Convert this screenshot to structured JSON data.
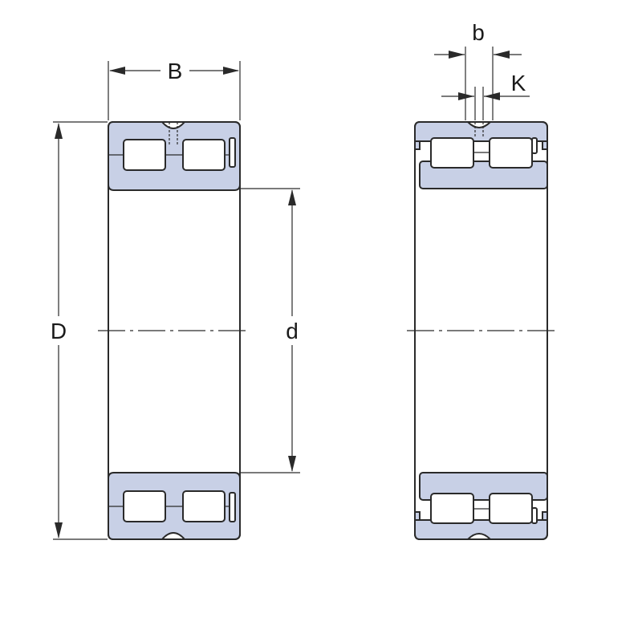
{
  "diagram": {
    "labels": {
      "B": "B",
      "D": "D",
      "d": "d",
      "b": "b",
      "K": "K"
    },
    "colors": {
      "ring_fill": "#c8d0e6",
      "outline": "#2a2a2a",
      "background": "#ffffff"
    }
  }
}
